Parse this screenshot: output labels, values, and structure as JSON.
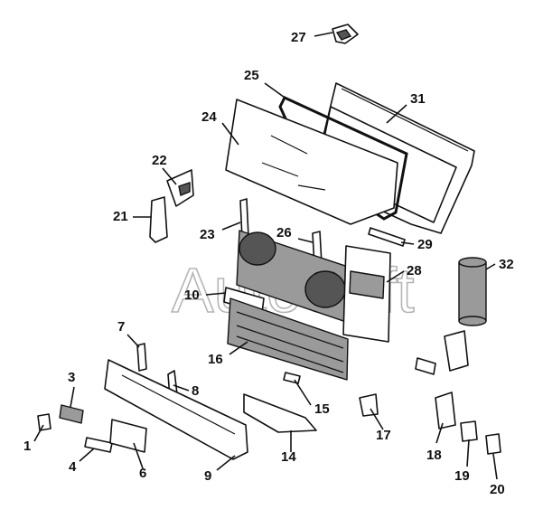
{
  "watermark": "AutoSoft",
  "callouts": [
    {
      "id": "c27",
      "label": "27"
    },
    {
      "id": "c25",
      "label": "25"
    },
    {
      "id": "c31",
      "label": "31"
    },
    {
      "id": "c24",
      "label": "24"
    },
    {
      "id": "c22",
      "label": "22"
    },
    {
      "id": "c21",
      "label": "21"
    },
    {
      "id": "c23",
      "label": "23"
    },
    {
      "id": "c26",
      "label": "26"
    },
    {
      "id": "c29",
      "label": "29"
    },
    {
      "id": "c28",
      "label": "28"
    },
    {
      "id": "c32",
      "label": "32"
    },
    {
      "id": "c10",
      "label": "10"
    },
    {
      "id": "c7",
      "label": "7"
    },
    {
      "id": "c16",
      "label": "16"
    },
    {
      "id": "c3",
      "label": "3"
    },
    {
      "id": "c8",
      "label": "8"
    },
    {
      "id": "c15",
      "label": "15"
    },
    {
      "id": "c17",
      "label": "17"
    },
    {
      "id": "c1",
      "label": "1"
    },
    {
      "id": "c4",
      "label": "4"
    },
    {
      "id": "c6",
      "label": "6"
    },
    {
      "id": "c9",
      "label": "9"
    },
    {
      "id": "c14",
      "label": "14"
    },
    {
      "id": "c18",
      "label": "18"
    },
    {
      "id": "c19",
      "label": "19"
    },
    {
      "id": "c20",
      "label": "20"
    }
  ]
}
